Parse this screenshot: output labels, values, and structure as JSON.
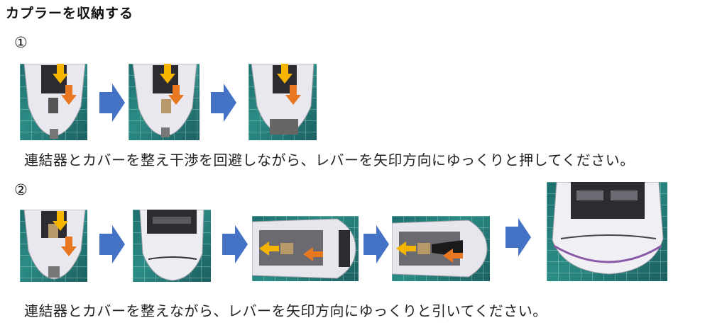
{
  "title": "カプラーを収納する",
  "steps": [
    {
      "number": "①",
      "caption": "連結器とカバーを整え干渉を回避しながら、レバーを矢印方向にゆっくりと押してください。"
    },
    {
      "number": "②",
      "caption": "連結器とカバーを整えながら、レバーを矢印方向にゆっくりと引いてください。"
    }
  ],
  "colors": {
    "flow_arrow": "#4472c4",
    "indicator_yellow": "#f4b400",
    "indicator_orange": "#e87722",
    "mat_teal": "#2b8c86"
  },
  "icons": {
    "flow_arrow": "right-arrow-icon",
    "indicator": "direction-arrow-icon"
  }
}
